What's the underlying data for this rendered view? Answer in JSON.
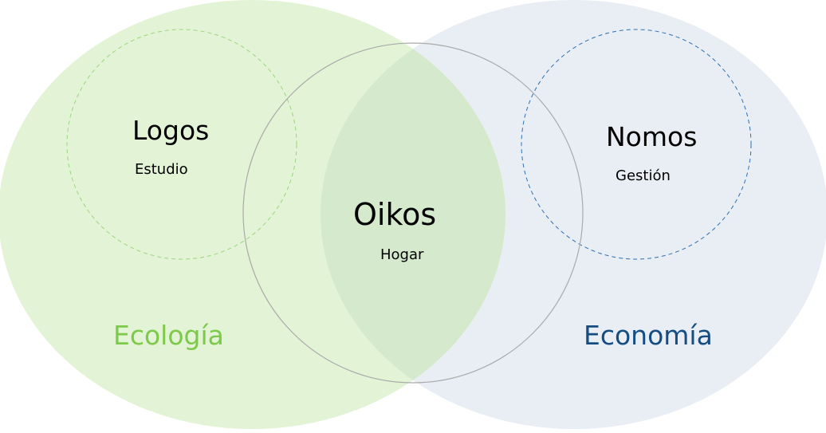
{
  "colors": {
    "ecologia_fill": "#e3f3d5",
    "economia_fill": "#e9eef4",
    "overlap_fill": "#d5e9cc",
    "ecologia_text": "#7dc94a",
    "economia_text": "#154d83",
    "logos_dash": "#9bd57e",
    "nomos_dash": "#2e6fb0",
    "oikos_stroke": "#aaaaaa"
  },
  "labels": {
    "logos": "Logos",
    "estudio": "Estudio",
    "oikos": "Oikos",
    "hogar": "Hogar",
    "nomos": "Nomos",
    "gestion": "Gestión",
    "ecologia": "Ecología",
    "economia": "Economía"
  }
}
